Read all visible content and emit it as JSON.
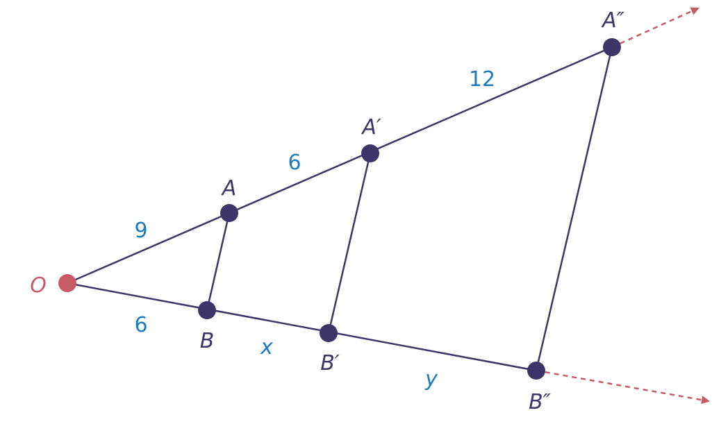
{
  "colors": {
    "line": "#3d3568",
    "origin": "#c65b63",
    "measure": "#1b7bc0"
  },
  "points": {
    "O": "O",
    "A": "A",
    "A1": "A′",
    "A2": "A″",
    "B": "B",
    "B1": "B′",
    "B2": "B″"
  },
  "measures": {
    "OA": "9",
    "AA1": "6",
    "A1A2": "12",
    "OB": "6",
    "BB1": "x",
    "B1B2": "y"
  }
}
